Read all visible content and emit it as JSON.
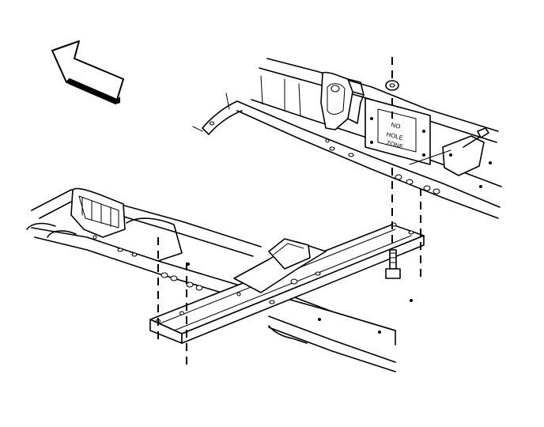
{
  "diagram": {
    "label_lines": [
      "NO",
      "HOLE",
      "ZONE"
    ],
    "arrow_direction": "upper-left",
    "fastener": "bolt-with-nut"
  }
}
